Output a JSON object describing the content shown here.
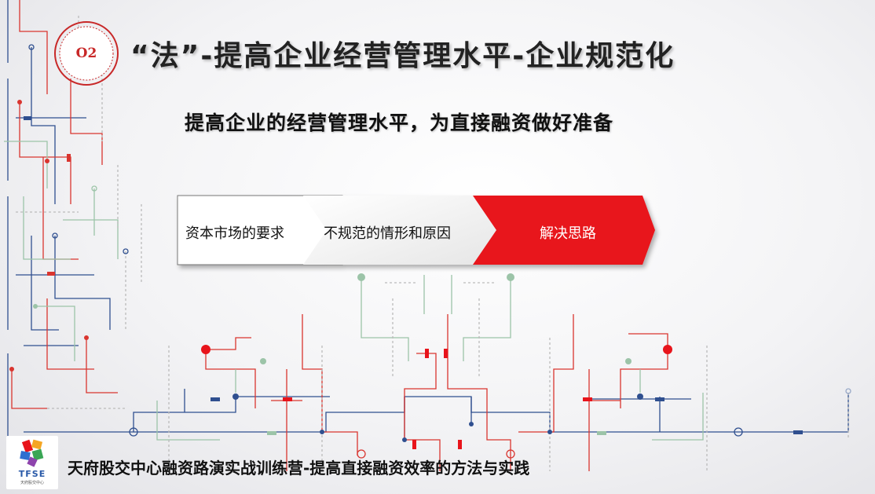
{
  "badge": {
    "number": "O2"
  },
  "title": "“法”-提高企业经营管理水平-企业规范化",
  "subtitle": "提高企业的经营管理水平，为直接融资做好准备",
  "steps": [
    {
      "label": "资本市场的要求"
    },
    {
      "label": "不规范的情形和原因"
    },
    {
      "label": "解决思路"
    }
  ],
  "footer": {
    "logo_text": "TFSE",
    "logo_subtext": "天府股交中心",
    "text": "天府股交中心融资路演实战训练营-提高直接融资效率的方法与实践"
  },
  "colors": {
    "accent_red": "#e8141b",
    "circuit_red": "#d9352f",
    "circuit_blue": "#2f4f8f",
    "circuit_green": "#9cc4a8"
  }
}
